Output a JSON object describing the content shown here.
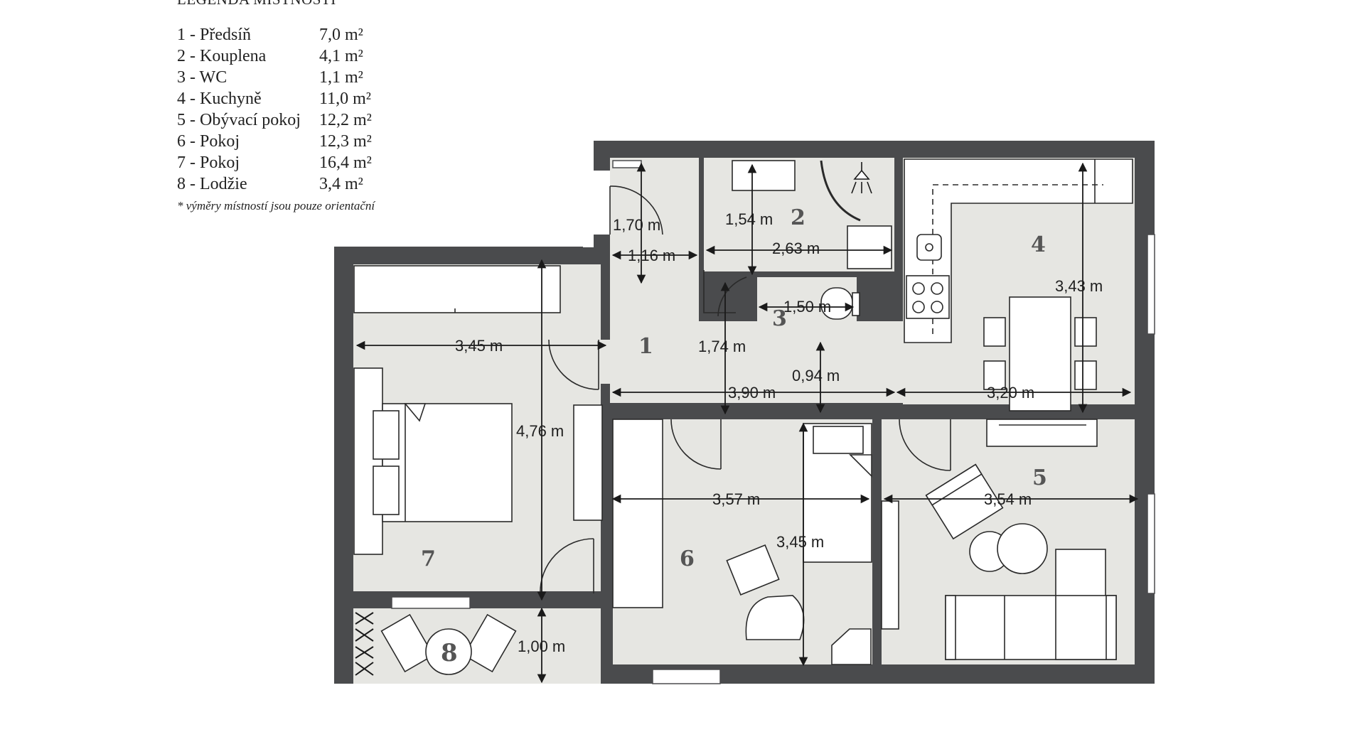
{
  "legend": {
    "title": "LEGENDA MÍSTNOSTÍ",
    "rooms": [
      {
        "name": "1 - Předsíň",
        "area": "7,0 m²"
      },
      {
        "name": "2 - Kouplena",
        "area": "4,1 m²"
      },
      {
        "name": "3 - WC",
        "area": "1,1 m²"
      },
      {
        "name": "4 - Kuchyně",
        "area": "11,0 m²"
      },
      {
        "name": "5 - Obývací pokoj",
        "area": "12,2 m²"
      },
      {
        "name": "6 - Pokoj",
        "area": "12,3 m²"
      },
      {
        "name": "7 - Pokoj",
        "area": "16,4 m²"
      },
      {
        "name": "8 - Lodžie",
        "area": "3,4 m²"
      }
    ],
    "note": "* výměry místností jsou pouze orientační"
  },
  "plan": {
    "room_numbers": {
      "r1": "1",
      "r2": "2",
      "r3": "3",
      "r4": "4",
      "r5": "5",
      "r6": "6",
      "r7": "7",
      "r8": "8"
    },
    "dimensions": {
      "d_1_70": "1,70 m",
      "d_1_16": "1,16 m",
      "d_1_54": "1,54 m",
      "d_2_63": "2,63 m",
      "d_1_50": "1,50 m",
      "d_1_74": "1,74 m",
      "d_0_94": "0,94 m",
      "d_3_90": "3,90 m",
      "d_3_20": "3,20 m",
      "d_3_43": "3,43 m",
      "d_3_45_top": "3,45 m",
      "d_4_76": "4,76 m",
      "d_3_57": "3,57 m",
      "d_3_54": "3,54 m",
      "d_3_45_mid": "3,45 m",
      "d_1_00": "1,00 m"
    },
    "colors": {
      "wall": "#4a4b4d",
      "floor": "#e6e6e2",
      "line": "#1a1a1a"
    }
  }
}
